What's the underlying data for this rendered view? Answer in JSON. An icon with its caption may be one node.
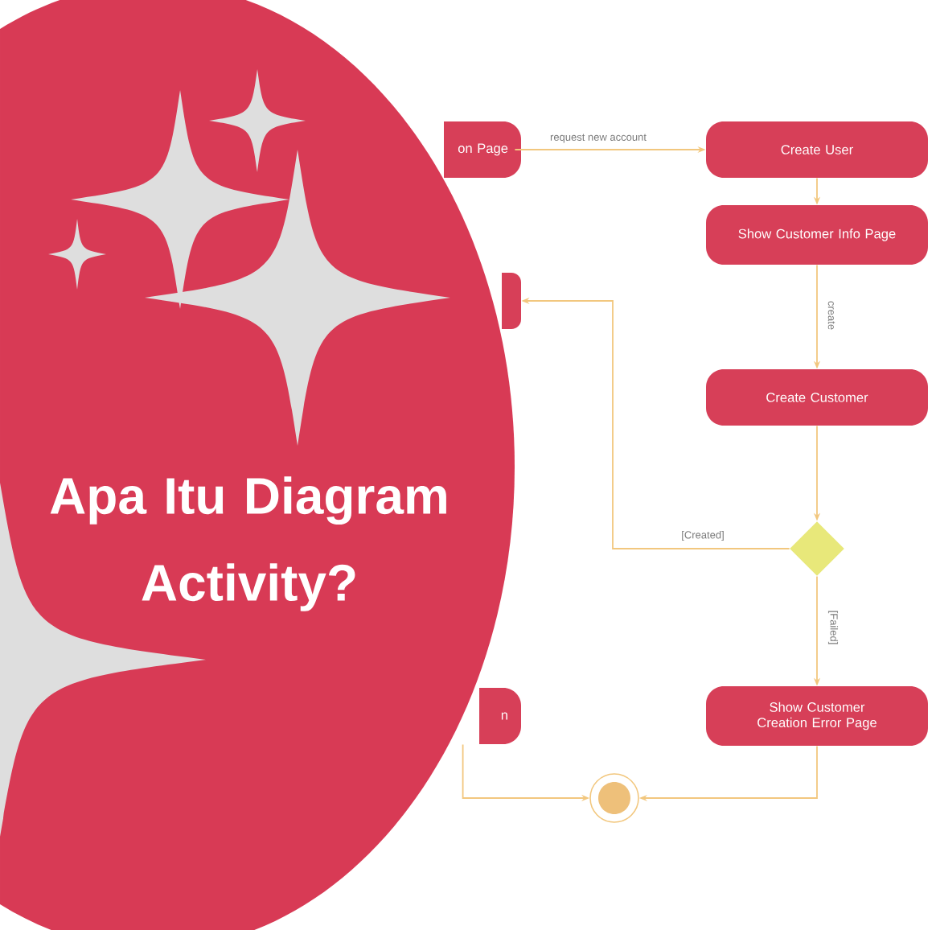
{
  "diagram": {
    "title": "Apa Itu Diagram Activity?",
    "nodes": [
      {
        "text": [
          "on Page"
        ]
      },
      {
        "text": [
          "Create User"
        ]
      },
      {
        "text": [
          "Show Customer Info Page"
        ]
      },
      {
        "text": [],
        "shape": "box"
      },
      {
        "text": [
          "Create Customer"
        ]
      },
      {
        "text": [],
        "shape": "diamond"
      },
      {
        "text": [
          "Show Customer Creation Error Page"
        ]
      },
      {
        "text": [
          "n"
        ]
      },
      {
        "text": [],
        "shape": "circle"
      }
    ],
    "edges": [
      {
        "from": 0,
        "to": 1,
        "arrow": "to",
        "label": "request new account"
      },
      {
        "from": 1,
        "to": 2,
        "arrow": "to"
      },
      {
        "from": 2,
        "to": 4,
        "arrow": "to",
        "label": "create"
      },
      {
        "from": 4,
        "to": 5,
        "arrow": "to"
      },
      {
        "from": 5,
        "to": 3,
        "arrow": "to",
        "label": "[Created]"
      },
      {
        "from": 5,
        "to": 6,
        "arrow": "to",
        "label": "[Failed]"
      },
      {
        "from": 6,
        "to": 8,
        "arrow": "to"
      },
      {
        "from": 7,
        "to": 8,
        "arrow": "to"
      }
    ]
  }
}
